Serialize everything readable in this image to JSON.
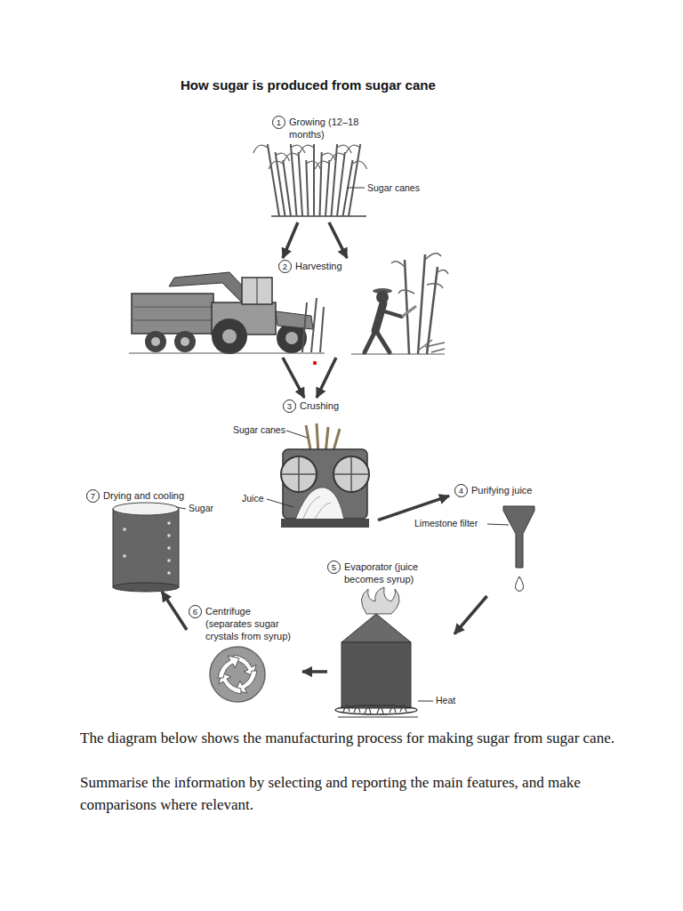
{
  "diagram": {
    "title": "How sugar is produced from sugar cane",
    "nodes": [
      {
        "text": [
          "1",
          "Growing (12–18 months)"
        ]
      },
      {
        "text": [
          "2",
          "Harvesting"
        ]
      },
      {
        "text": [
          "3",
          "Crushing"
        ]
      },
      {
        "text": [
          "4",
          "Purifying juice"
        ]
      },
      {
        "text": [
          "5",
          "Evaporator (juice becomes syrup)"
        ]
      },
      {
        "text": [
          "6",
          "Centrifuge (separates sugar crystals from syrup)"
        ]
      },
      {
        "text": [
          "7",
          "Drying and cooling"
        ]
      }
    ],
    "edges": [
      {
        "from": 0,
        "to": 1,
        "arrow": "to"
      },
      {
        "from": 0,
        "to": 1,
        "arrow": "to"
      },
      {
        "from": 1,
        "to": 2,
        "arrow": "to"
      },
      {
        "from": 1,
        "to": 2,
        "arrow": "to"
      },
      {
        "from": 2,
        "to": 3,
        "arrow": "to"
      },
      {
        "from": 3,
        "to": 4,
        "arrow": "to"
      },
      {
        "from": 4,
        "to": 5,
        "arrow": "to"
      },
      {
        "from": 5,
        "to": 6,
        "arrow": "to"
      }
    ],
    "labels": [
      "Sugar canes",
      "Sugar canes",
      "Juice",
      "Limestone filter",
      "Heat",
      "Sugar",
      "The diagram below shows the manufacturing process for making sugar from sugar cane.",
      "Summarise the information by selecting and reporting the main features, and make comparisons where relevant."
    ]
  }
}
